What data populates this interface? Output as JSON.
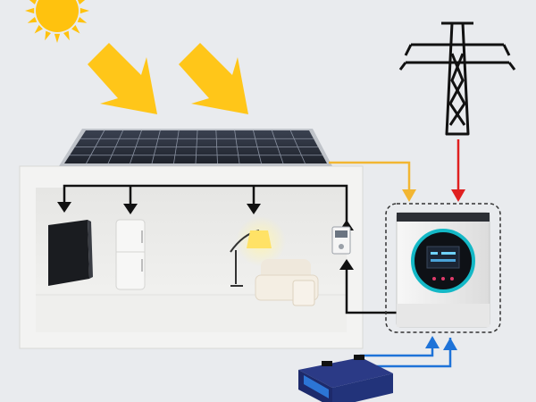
{
  "diagram": {
    "components": [
      {
        "id": "sun",
        "icon": "sun-icon"
      },
      {
        "id": "sunlight-arrows",
        "icon": "arrow-down-right-icon",
        "count": 2
      },
      {
        "id": "solar-panel",
        "icon": "solar-panel-icon"
      },
      {
        "id": "house",
        "icon": "house-cutaway-icon"
      },
      {
        "id": "television",
        "icon": "tv-icon"
      },
      {
        "id": "refrigerator",
        "icon": "fridge-icon"
      },
      {
        "id": "floor-lamp",
        "icon": "lamp-icon"
      },
      {
        "id": "sofa",
        "icon": "sofa-icon"
      },
      {
        "id": "electric-meter",
        "icon": "meter-icon"
      },
      {
        "id": "utility-grid-tower",
        "icon": "transmission-tower-icon"
      },
      {
        "id": "hybrid-inverter",
        "icon": "inverter-icon"
      },
      {
        "id": "battery",
        "icon": "battery-icon"
      }
    ],
    "connections": [
      {
        "from": "solar-panel",
        "to": "hybrid-inverter",
        "color": "#f2b632"
      },
      {
        "from": "utility-grid-tower",
        "to": "hybrid-inverter",
        "color": "#e02020"
      },
      {
        "from": "hybrid-inverter",
        "to": "house-loads",
        "color": "#111111"
      },
      {
        "from": "hybrid-inverter",
        "to": "battery",
        "color": "#1e73d8"
      }
    ],
    "colors": {
      "background": "#e9ebee",
      "sun": "#ffc20e",
      "sunlight_arrow": "#ffc619",
      "panel_cell": "#2a2f3a",
      "inverter_ring": "#14b8c6",
      "battery_body": "#1d2a6b",
      "battery_stripe": "#2f7de1"
    }
  }
}
